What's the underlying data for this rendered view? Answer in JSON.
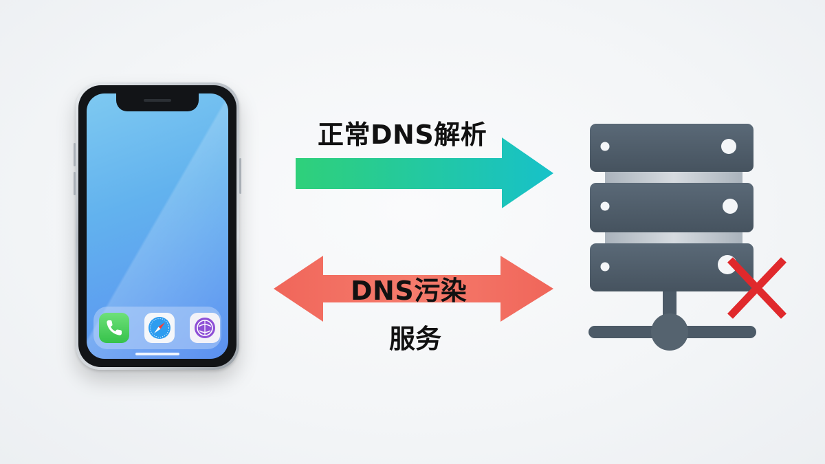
{
  "labels": {
    "normal_resolution": "正常DNS解析",
    "dns_pollution": "DNS污染",
    "service": "服务"
  },
  "phone": {
    "dock_apps": [
      "phone-app-icon",
      "safari-app-icon",
      "purple-app-icon"
    ]
  },
  "server": {
    "status_mark": "x-mark-icon"
  },
  "colors": {
    "normal_arrow_start": "#2fd07a",
    "normal_arrow_end": "#17c1c9",
    "pollution_arrow": "#f26b5e",
    "server_body": "#4c5a67",
    "x_mark": "#e0292c",
    "phone_screen": "#5fa8ef"
  }
}
